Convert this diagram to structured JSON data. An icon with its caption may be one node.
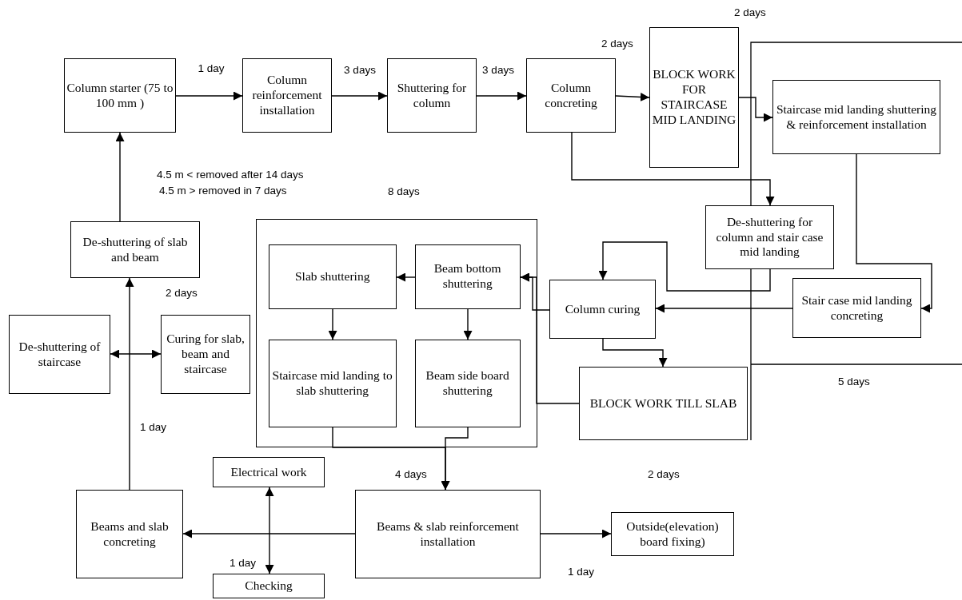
{
  "diagram": {
    "nodes": [
      {
        "text": [
          "Column starter (75 to 100 mm )"
        ]
      },
      {
        "text": [
          "Column reinforcement installation"
        ]
      },
      {
        "text": [
          "Shuttering for column"
        ]
      },
      {
        "text": [
          "Column concreting"
        ]
      },
      {
        "text": [
          "BLOCK WORK FOR STAIRCASE MID LANDING"
        ]
      },
      {
        "text": [
          "Staircase mid landing shuttering & reinforcement installation"
        ]
      },
      {
        "text": [
          "De-shuttering for column and stair case mid landing"
        ]
      },
      {
        "text": [],
        "shape": "box"
      },
      {
        "text": [
          "Slab shuttering"
        ],
        "in": 7
      },
      {
        "text": [
          "Beam  bottom shuttering"
        ],
        "in": 7
      },
      {
        "text": [
          "Staircase mid landing to slab shuttering"
        ],
        "in": 7
      },
      {
        "text": [
          "Beam side board shuttering"
        ],
        "in": 7
      },
      {
        "text": [
          "Column curing"
        ]
      },
      {
        "text": [
          "Stair case mid landing concreting"
        ]
      },
      {
        "text": [
          "BLOCK WORK TILL SLAB"
        ]
      },
      {
        "text": [
          "De-shuttering of slab and beam"
        ]
      },
      {
        "text": [
          "De-shuttering of staircase"
        ]
      },
      {
        "text": [
          "Curing for slab, beam and staircase"
        ]
      },
      {
        "text": [
          "Electrical work"
        ]
      },
      {
        "text": [
          "Beams and slab concreting"
        ]
      },
      {
        "text": [
          "Beams & slab reinforcement installation"
        ]
      },
      {
        "text": [
          "Outside(elevation) board fixing)"
        ]
      },
      {
        "text": [
          "Checking"
        ]
      }
    ],
    "edges": [
      {
        "from": 0,
        "to": 1,
        "arrow": "to",
        "label": "1 day"
      },
      {
        "from": 1,
        "to": 2,
        "arrow": "to",
        "label": "3 days"
      },
      {
        "from": 2,
        "to": 3,
        "arrow": "to",
        "label": "3 days"
      },
      {
        "from": 3,
        "to": 4,
        "arrow": "to"
      },
      {
        "from": 4,
        "to": 5,
        "arrow": "to"
      },
      {
        "from": 3,
        "to": 6,
        "arrow": "to"
      },
      {
        "from": 5,
        "to": 13,
        "arrow": "to"
      },
      {
        "from": 6,
        "to": 12,
        "arrow": "to"
      },
      {
        "from": 13,
        "to": 12,
        "arrow": "to"
      },
      {
        "from": 12,
        "to": 14,
        "arrow": "to"
      },
      {
        "from": 12,
        "to": 9,
        "arrow": "to"
      },
      {
        "from": 14,
        "to": 9,
        "arrow": "to"
      },
      {
        "from": 9,
        "to": 8,
        "arrow": "to"
      },
      {
        "from": 8,
        "to": 10,
        "arrow": "to"
      },
      {
        "from": 9,
        "to": 11,
        "arrow": "to"
      },
      {
        "from": 10,
        "to": 20,
        "arrow": "to"
      },
      {
        "from": 11,
        "to": 20,
        "arrow": "to"
      },
      {
        "from": 20,
        "to": 19,
        "arrow": "to"
      },
      {
        "from": 20,
        "to": 21,
        "arrow": "to"
      },
      {
        "from": 18,
        "to": 22,
        "arrow": "both"
      },
      {
        "from": 19,
        "to": 15,
        "arrow": "to"
      },
      {
        "from": 16,
        "to": 17,
        "arrow": "both"
      },
      {
        "from": 15,
        "to": 0,
        "arrow": "to"
      }
    ],
    "labels": [
      "2 days",
      "2 days",
      "4.5 m < removed after 14 days",
      "4.5 m > removed in 7 days",
      "8 days",
      "2 days",
      "5 days",
      "1 day",
      "4 days",
      "2 days",
      "1 day",
      "1 day"
    ]
  }
}
